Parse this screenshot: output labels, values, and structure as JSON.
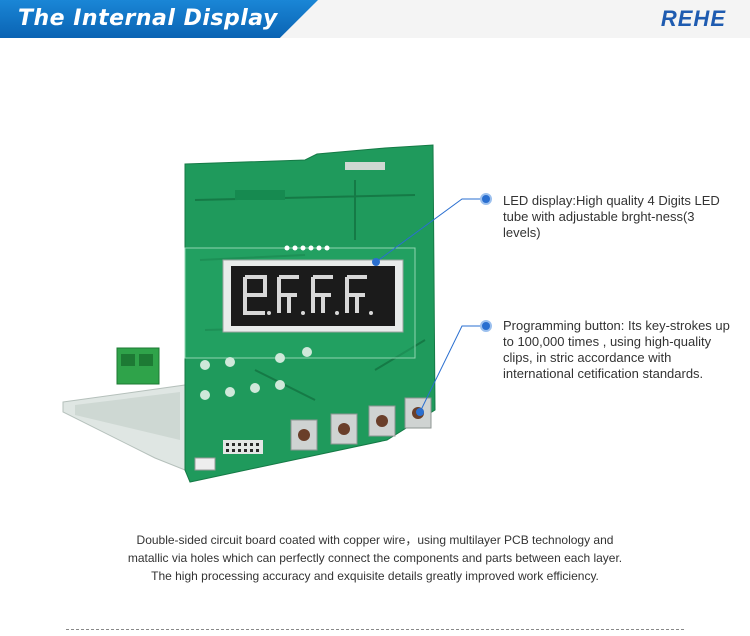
{
  "header": {
    "title": "The Internal Display",
    "brand": "REHE"
  },
  "callouts": {
    "led_display": "LED display:High quality 4 Digits LED tube with adjustable brght-ness(3 levels)",
    "programming_button": "Programming button:  Its key-strokes up to 100,000 times , using high-quality clips, in stric accordance with international cetification standards."
  },
  "description": {
    "line1": "Double-sided circuit board coated with copper wire，using multilayer PCB technology and",
    "line2": "matallic via holes which can perfectly connect the components and parts between each layer.",
    "line3": "The high processing accuracy and exquisite details greatly improved work efficiency."
  },
  "colors": {
    "banner": "#0a63b3",
    "brand": "#1e5bb0",
    "pcb": "#1f9a5c",
    "callout_dot": "#2a6fd0"
  }
}
